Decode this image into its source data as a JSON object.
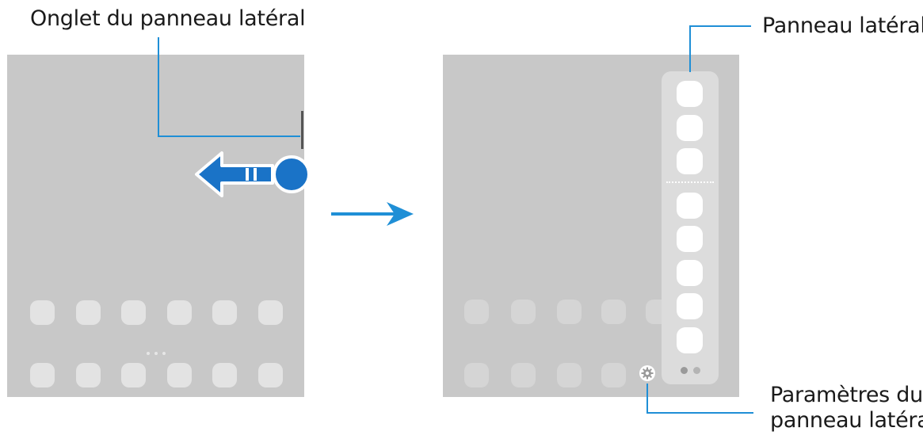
{
  "callouts": {
    "edge_handle": "Onglet du panneau latéral",
    "edge_panel": "Panneau latéral",
    "settings_line1": "Paramètres du",
    "settings_line2": "panneau latéral"
  },
  "icons": {
    "swipe_arrow": "left-arrow-icon",
    "transition_arrow": "right-arrow-icon",
    "settings": "gear-icon"
  },
  "colors": {
    "accent": "#1a73c7",
    "leader": "#1f8fd6",
    "screen": "#c8c8c8",
    "panel": "#dcdcdc"
  }
}
